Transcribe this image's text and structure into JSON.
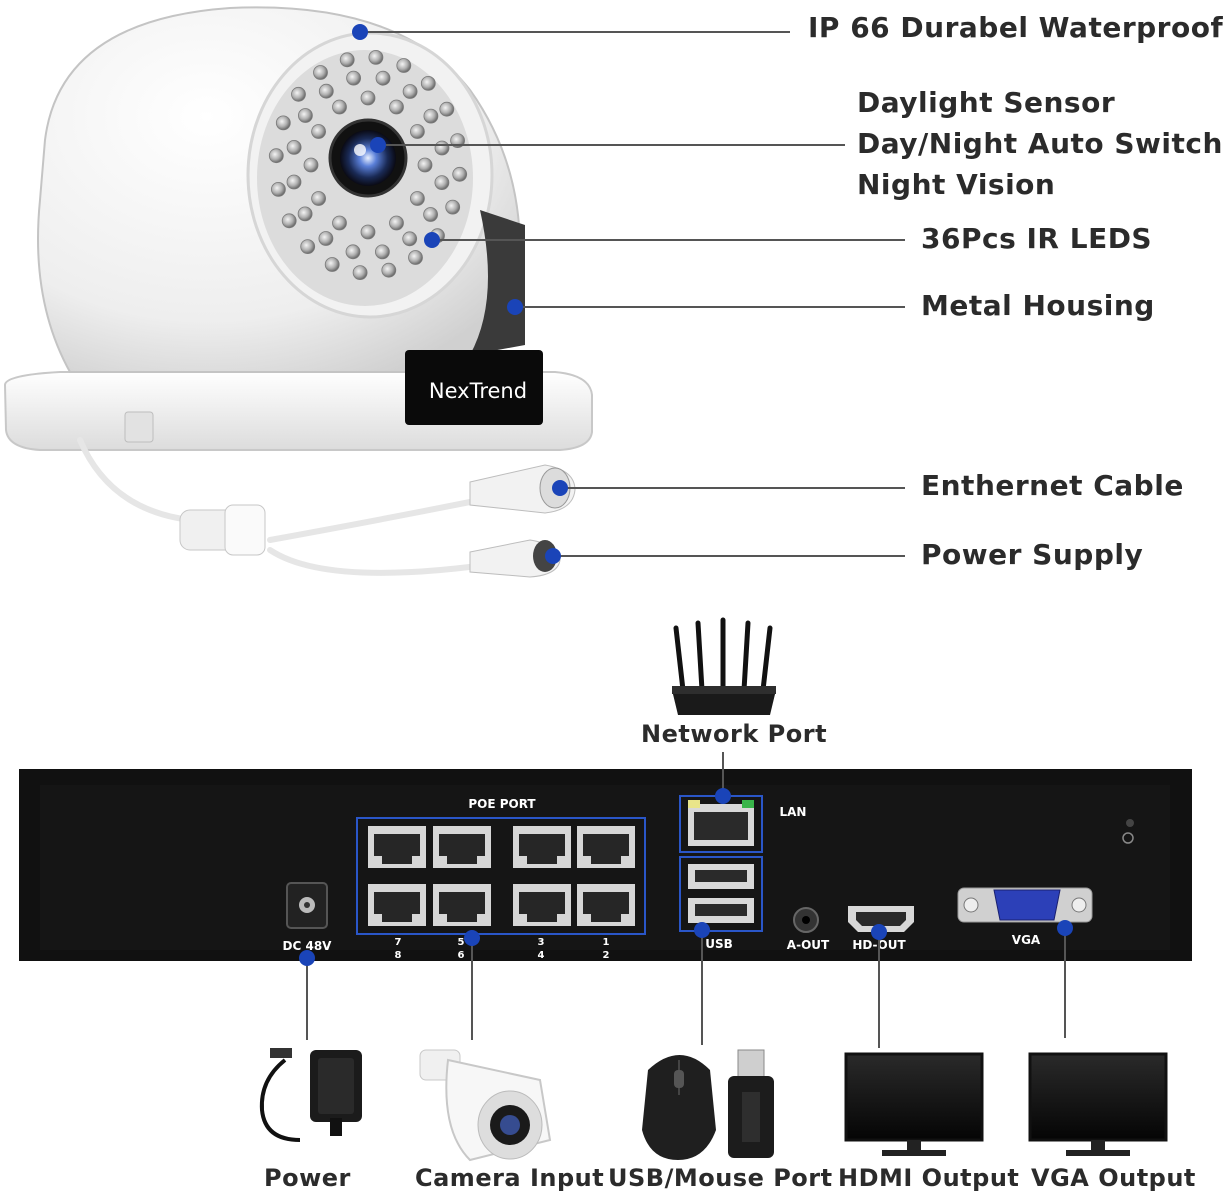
{
  "camera": {
    "brand": "NexTrend",
    "callouts": {
      "waterproof": "IP 66 Durabel Waterproof",
      "sensor_line1": "Daylight Sensor",
      "sensor_line2": "Day/Night Auto Switch",
      "sensor_line3": "Night Vision",
      "ir_leds": "36Pcs IR LEDS",
      "housing": "Metal Housing",
      "ethernet": "Enthernet Cable",
      "power_supply": "Power Supply"
    }
  },
  "nvr": {
    "poe_port": "POE PORT",
    "lan": "LAN",
    "dc": "DC 48V",
    "usb": "USB",
    "aout": "A-OUT",
    "hdout": "HD-OUT",
    "vga": "VGA",
    "port_nums": {
      "p7": "7",
      "p8": "8",
      "p5": "5",
      "p6": "6",
      "p3": "3",
      "p4": "4",
      "p1": "1",
      "p2": "2"
    }
  },
  "network_port": "Network Port",
  "bottom_labels": {
    "power": "Power",
    "camera_input": "Camera Input",
    "usb_mouse": "USB/Mouse Port",
    "hdmi": "HDMI Output",
    "vga": "VGA Output"
  },
  "colors": {
    "dot": "#1a44b8",
    "line": "#555555",
    "nvr_body": "#111111",
    "port_border": "#2a56c8",
    "label_text": "#2b2b2b"
  }
}
